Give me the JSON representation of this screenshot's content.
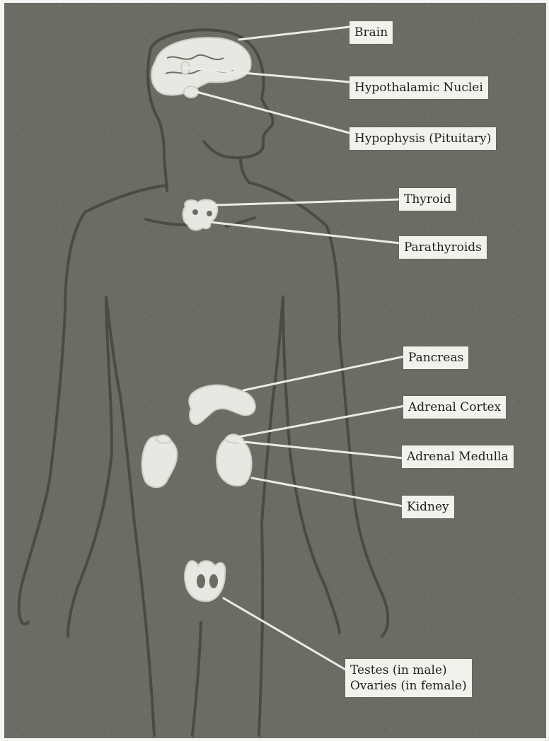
{
  "labels": {
    "brain": "Brain",
    "hypothalamic": "Hypothalamic Nuclei",
    "hypophysis": "Hypophysis (Pituitary)",
    "thyroid": "Thyroid",
    "parathyroids": "Parathyroids",
    "pancreas": "Pancreas",
    "adrenal_cortex": "Adrenal Cortex",
    "adrenal_medulla": "Adrenal Medulla",
    "kidney": "Kidney",
    "gonads_line1": "Testes (in male)",
    "gonads_line2": "Ovaries (in female)"
  },
  "colors": {
    "board": "#6b6c63",
    "board_border": "#f4f4f2",
    "outline": "#4a4b45",
    "organ": "#e8e8e2",
    "leader": "#ecebe6",
    "label_bg": "#f2f1ec"
  }
}
